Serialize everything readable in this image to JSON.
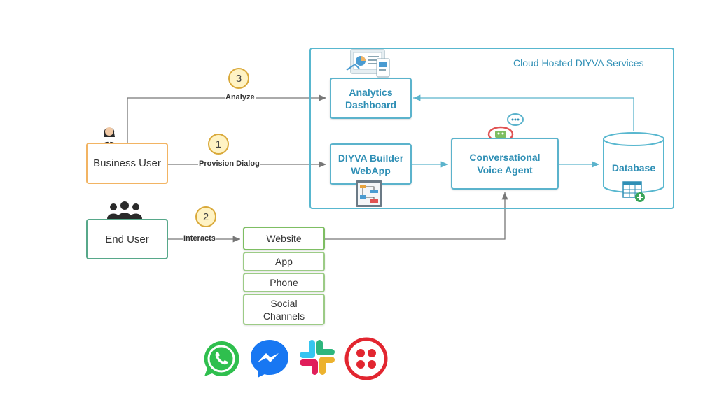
{
  "group": {
    "title": "Cloud Hosted DIYVA Services"
  },
  "nodes": {
    "analytics": "Analytics\nDashboard",
    "builder": "DIYVA Builder\nWebApp",
    "agent": "Conversational\nVoice Agent",
    "database": "Database",
    "business_user": "Business User",
    "end_user": "End User"
  },
  "channels": [
    "Website",
    "App",
    "Phone",
    "Social\nChannels"
  ],
  "steps": [
    {
      "number": "1",
      "label": "Provision Dialog"
    },
    {
      "number": "2",
      "label": "Interacts"
    },
    {
      "number": "3",
      "label": "Analyze"
    }
  ],
  "icons": {
    "analytics": "analytics-dashboard-icon",
    "builder": "flowchart-builder-icon",
    "agent": "chatbot-icon",
    "database": "database-table-add-icon",
    "business_user": "woman-user-icon",
    "end_user": "group-users-icon",
    "apps": [
      "whatsapp-icon",
      "messenger-icon",
      "slack-icon",
      "twilio-icon"
    ]
  },
  "colors": {
    "blue": "#2f8fb5",
    "border_blue": "#58b7cf",
    "orange": "#f2b463",
    "green": "#57a88a",
    "channel_green": "#9ccb86",
    "step_fill": "#fff3c4",
    "connector": "#777777"
  }
}
